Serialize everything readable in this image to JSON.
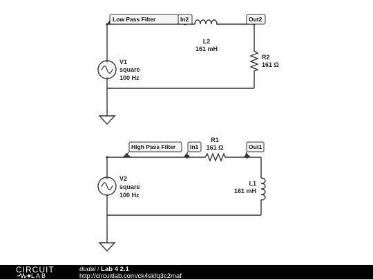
{
  "circuit1": {
    "tag": "Low Pass Filter",
    "in_tag": "In2",
    "out_tag": "Out2",
    "source": {
      "name": "V1",
      "type": "square",
      "freq": "100 Hz"
    },
    "inductor": {
      "name": "L2",
      "value": "161 mH"
    },
    "resistor": {
      "name": "R2",
      "value": "161 Ω"
    }
  },
  "circuit2": {
    "tag": "High Pass Filter",
    "in_tag": "In1",
    "out_tag": "Out1",
    "source": {
      "name": "V2",
      "type": "square",
      "freq": "100 Hz"
    },
    "resistor": {
      "name": "R1",
      "value": "161 Ω"
    },
    "inductor": {
      "name": "L1",
      "value": "161 mH"
    }
  },
  "footer": {
    "logo_top": "CIRCUIT",
    "logo_bottom": "LAB",
    "author": "dudal",
    "separator": " / ",
    "title": "Lab 4 2.1",
    "url": "http://circuitlab.com/ck4skfq3c2maf"
  }
}
